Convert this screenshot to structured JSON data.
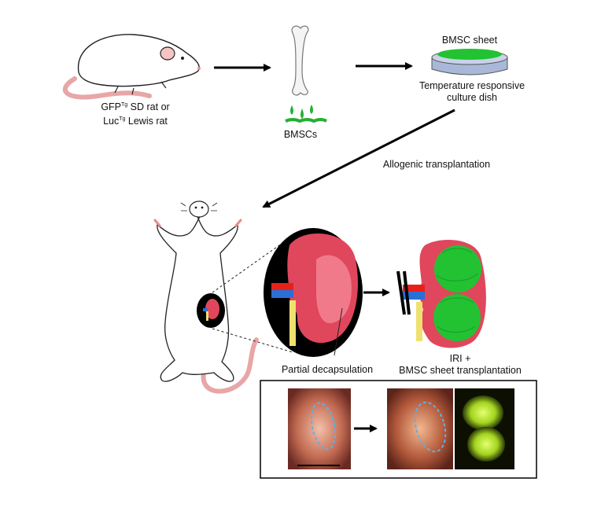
{
  "labels": {
    "donor_line1": "SD rat or",
    "donor_gfp": "GFP",
    "donor_tg": "Tg",
    "donor_luc": "Luc",
    "donor_line2": "Lewis rat",
    "bmscs": "BMSCs",
    "bmsc_sheet": "BMSC sheet",
    "dish_line1": "Temperature responsive",
    "dish_line2": "culture dish",
    "allogenic": "Allogenic  transplantation",
    "partial": "Partial decapsulation",
    "iri_line1": "IRI +",
    "iri_line2": "BMSC sheet transplantation"
  },
  "colors": {
    "kidney": "#e0475c",
    "kidney_light": "#f07a8a",
    "sheet_green": "#22c233",
    "artery_red": "#e8201a",
    "vein_blue": "#2a6fd6",
    "ureter_yellow": "#f0e070",
    "rat_tail_pink": "#f3b8b8",
    "dish_blue": "#a9b8d8"
  }
}
